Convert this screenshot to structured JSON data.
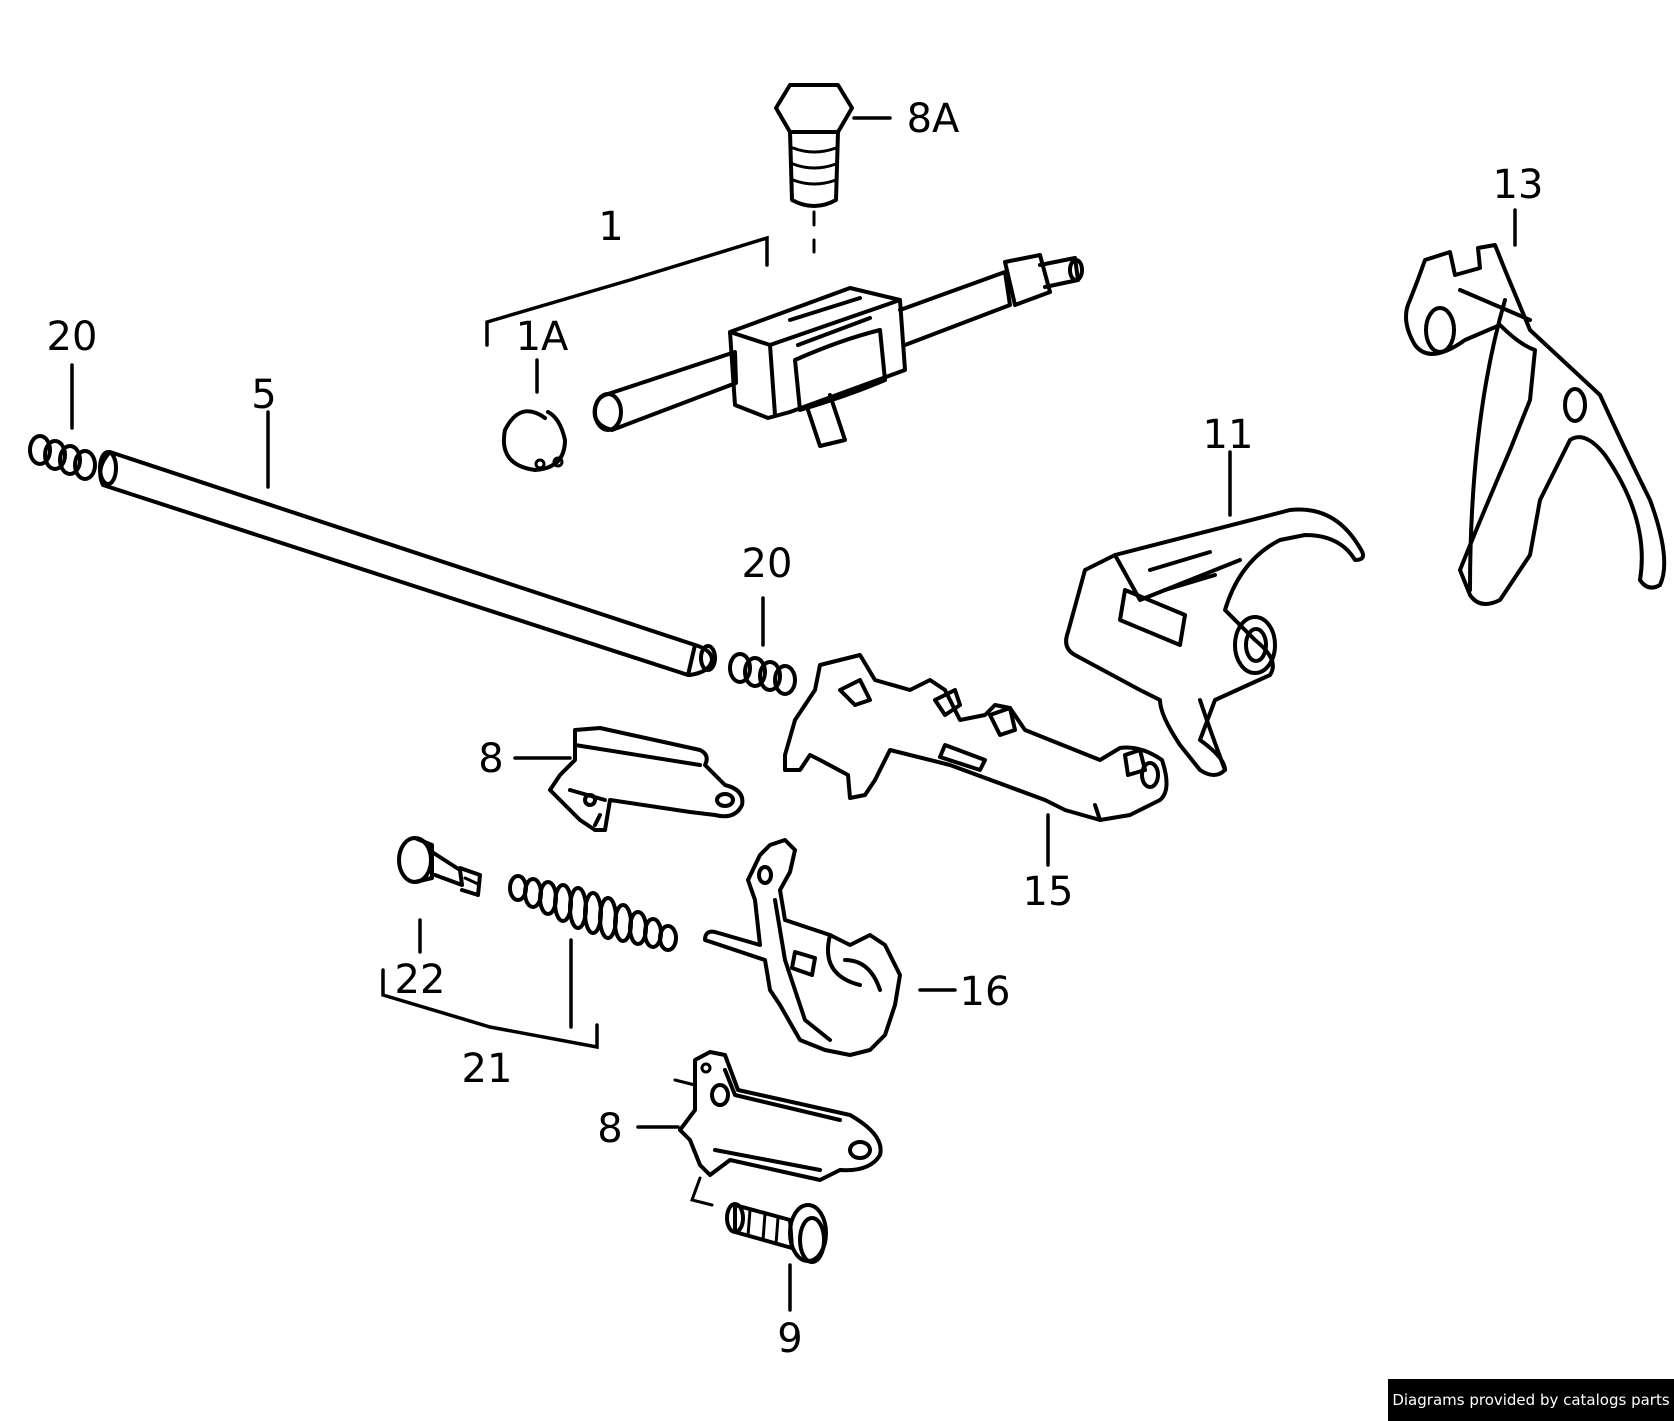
{
  "callouts": [
    "1",
    "1A",
    "5",
    "8",
    "8",
    "8A",
    "9",
    "11",
    "13",
    "15",
    "16",
    "20",
    "20",
    "21",
    "22"
  ],
  "credit": "Diagrams provided by catalogs parts"
}
